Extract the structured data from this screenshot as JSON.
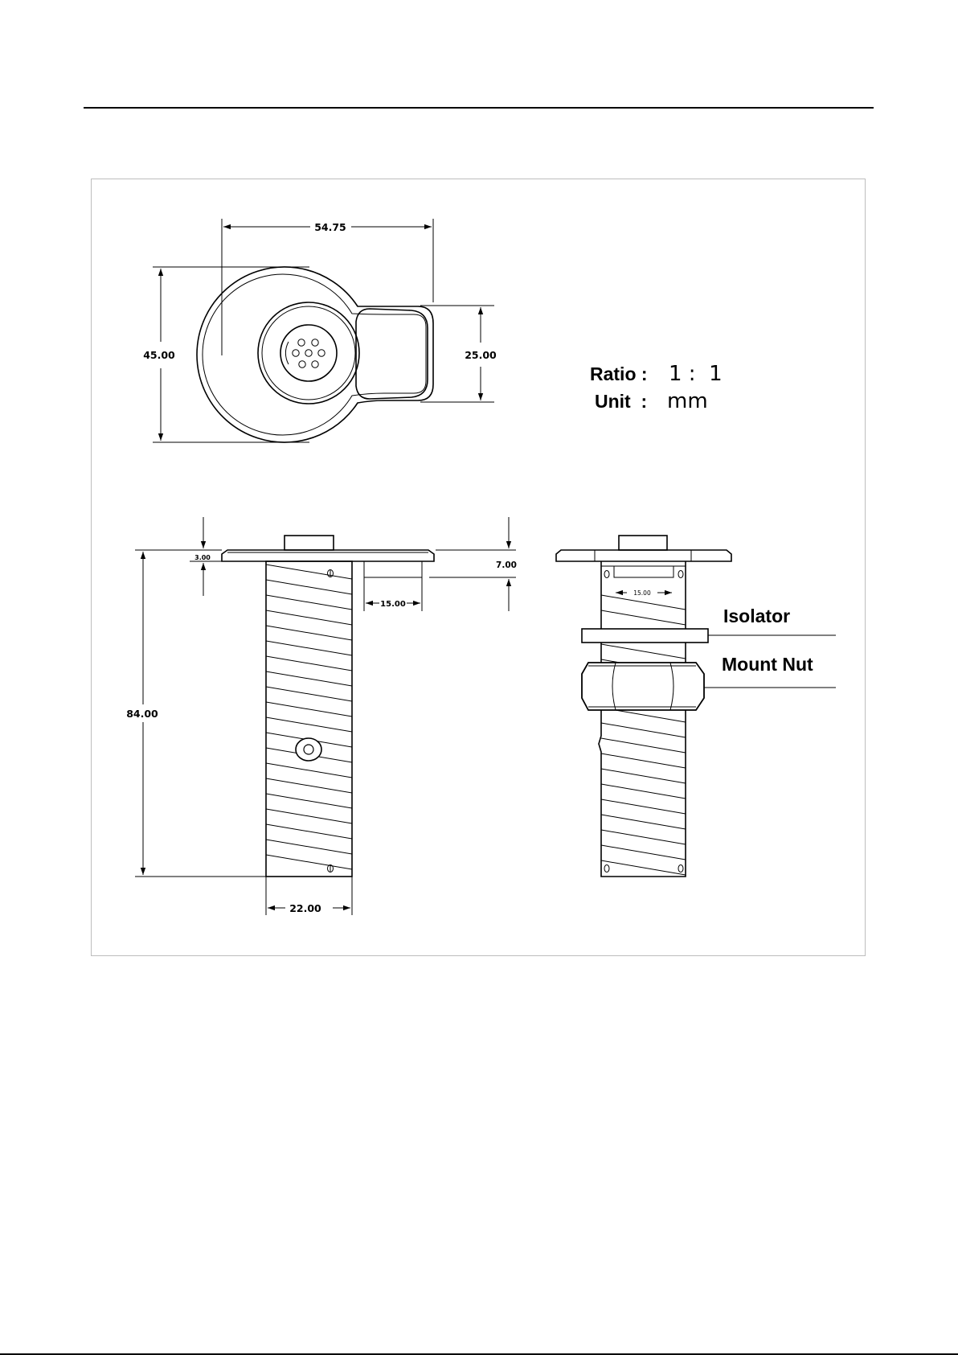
{
  "drawing": {
    "ratio_label": "Ratio :",
    "ratio_value": "1 :  1",
    "unit_label": "Unit  :",
    "unit_value": "mm",
    "dims": {
      "width": "54.75",
      "height": "45.00",
      "tab": "25.00",
      "flange": "3.00",
      "step": "7.00",
      "offset": "15.00",
      "offset_side": "15.00",
      "length": "84.00",
      "diameter": "22.00"
    },
    "callouts": {
      "isolator": "Isolator",
      "mount_nut": "Mount Nut"
    }
  }
}
